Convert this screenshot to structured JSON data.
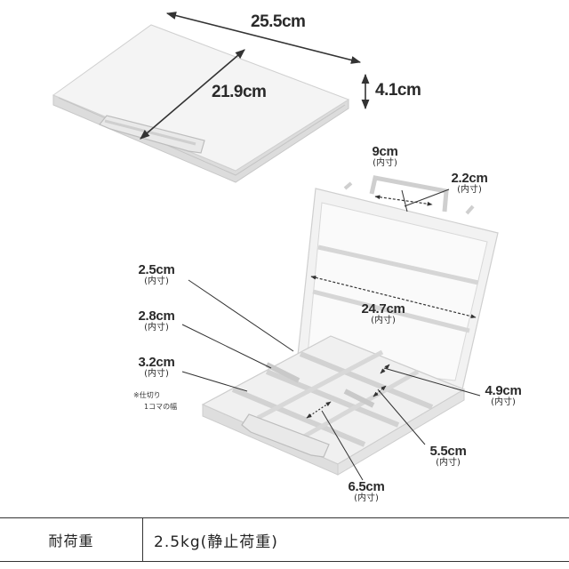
{
  "dimensions": {
    "width": "25.5cm",
    "depth": "21.9cm",
    "height": "4.1cm",
    "handle_inner": {
      "value": "9cm",
      "note": "(内寸)"
    },
    "handle_gap": {
      "value": "2.2cm",
      "note": "(内寸)"
    },
    "lid_inner": {
      "value": "24.7cm",
      "note": "(内寸)"
    },
    "row1": {
      "value": "2.5cm",
      "note": "(内寸)"
    },
    "row2": {
      "value": "2.8cm",
      "note": "(内寸)"
    },
    "row3": {
      "value": "3.2cm",
      "note": "(内寸)"
    },
    "cell_a": {
      "value": "4.9cm",
      "note": "(内寸)"
    },
    "cell_b": {
      "value": "5.5cm",
      "note": "(内寸)"
    },
    "cell_c": {
      "value": "6.5cm",
      "note": "(内寸)"
    }
  },
  "footnote": {
    "line1": "※仕切り",
    "line2": "1コマの幅"
  },
  "spec": {
    "label": "耐荷重",
    "value": "2.5kg(静止荷重)"
  }
}
